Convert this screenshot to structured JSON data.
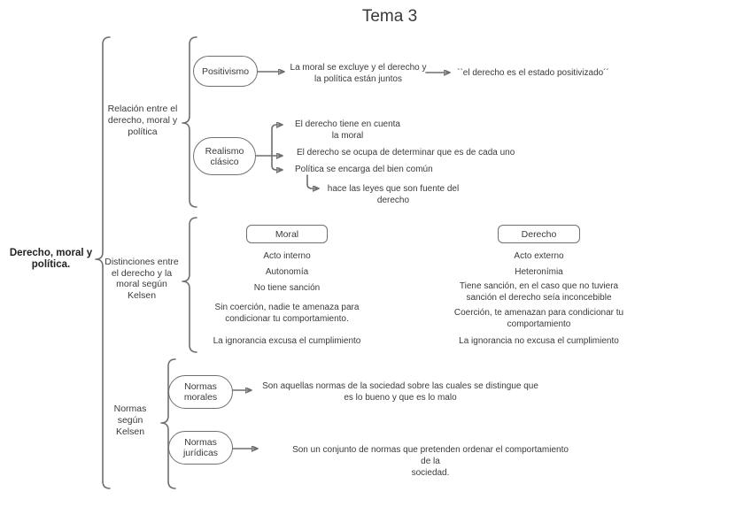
{
  "title": "Tema 3",
  "root": {
    "label": "Derecho, moral y\npolítica."
  },
  "sections": {
    "relacion": {
      "label": "Relación entre el\nderecho, moral y\npolítica",
      "positivismo": {
        "node_label": "Positivismo",
        "claim": "La moral se excluye y el derecho y\nla política están juntos",
        "quote": "``el derecho es el estado positivizado´´"
      },
      "realismo": {
        "node_label": "Realismo\nclásico",
        "point_1": "El derecho tiene en cuenta\nla moral",
        "point_2": "El derecho se ocupa de determinar que es de cada uno",
        "point_3": "Política se encarga del bien común",
        "point_3_sub": "hace las leyes que son fuente del\nderecho"
      }
    },
    "distinciones": {
      "label": "Distinciones entre\nel derecho y la\nmoral según\nKelsen",
      "moral_column": {
        "header": "Moral",
        "items": [
          "Acto interno",
          "Autonomía",
          "No tiene sanción",
          "Sin coerción, nadie te amenaza para\ncondicionar tu comportamiento.",
          "La ignorancia excusa el cumplimiento"
        ]
      },
      "derecho_column": {
        "header": "Derecho",
        "items": [
          "Acto externo",
          "Heteronímia",
          "Tiene sanción, en el caso que no tuviera\nsanción el derecho seía inconcebible",
          "Coerción, te amenazan para condicionar tu\ncomportamiento",
          "La ignorancia no excusa el cumplimiento"
        ]
      }
    },
    "normas": {
      "label": "Normas\nsegún\nKelsen",
      "morales": {
        "node_label": "Normas\nmorales",
        "description": "Son aquellas normas de la sociedad sobre las cuales se distingue que\nes lo bueno y que es lo malo"
      },
      "juridicas": {
        "node_label": "Normas\njurídicas",
        "description": "Son un conjunto de normas que pretenden ordenar el comportamiento de la\nsociedad."
      }
    }
  },
  "colors": {
    "line": "#6e6e6e",
    "text": "#3a3a3a"
  }
}
